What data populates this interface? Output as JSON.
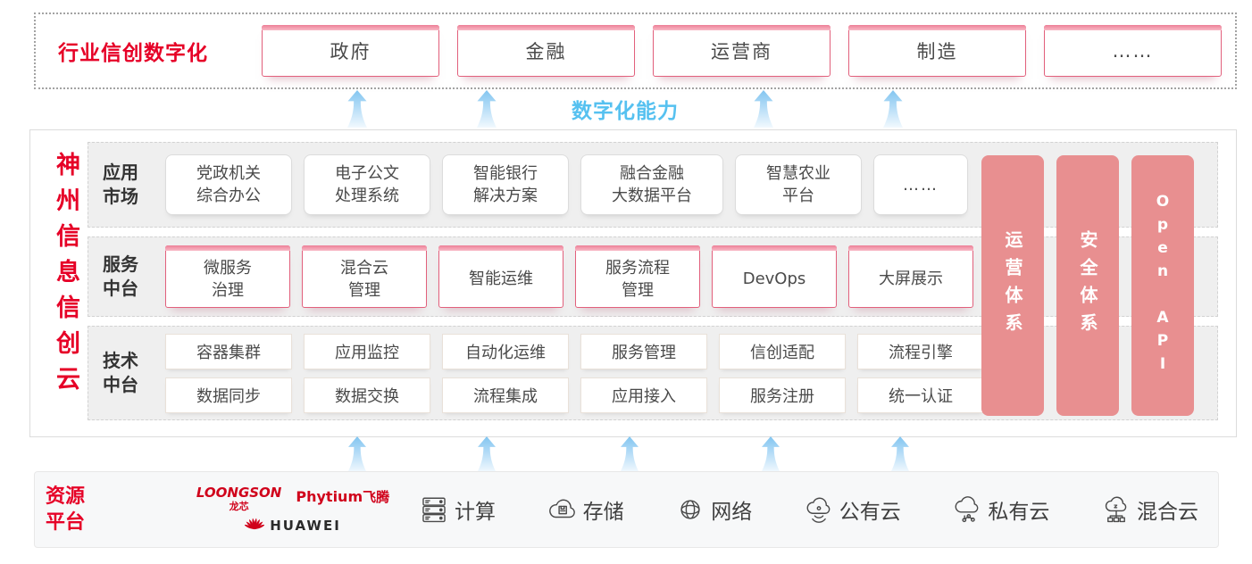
{
  "top_section": {
    "label": "行业信创数字化",
    "industries": [
      "政府",
      "金融",
      "运营商",
      "制造",
      "……"
    ]
  },
  "capability_label": "数字化能力",
  "platform": {
    "title": "神州信息信创云",
    "rows": [
      {
        "label": [
          "应用",
          "市场"
        ],
        "cards": [
          [
            "党政机关",
            "综合办公"
          ],
          [
            "电子公文",
            "处理系统"
          ],
          [
            "智能银行",
            "解决方案"
          ],
          [
            "融合金融",
            "大数据平台"
          ],
          [
            "智慧农业",
            "平台"
          ],
          [
            "……"
          ]
        ]
      },
      {
        "label": [
          "服务",
          "中台"
        ],
        "cards": [
          [
            "微服务",
            "治理"
          ],
          [
            "混合云",
            "管理"
          ],
          [
            "智能运维"
          ],
          [
            "服务流程",
            "管理"
          ],
          [
            "DevOps"
          ],
          [
            "大屏展示"
          ]
        ]
      },
      {
        "label": [
          "技术",
          "中台"
        ],
        "row_a": [
          "容器集群",
          "应用监控",
          "自动化运维",
          "服务管理",
          "信创适配",
          "流程引擎"
        ],
        "row_b": [
          "数据同步",
          "数据交换",
          "流程集成",
          "应用接入",
          "服务注册",
          "统一认证"
        ]
      }
    ],
    "pillars": [
      "运营体系",
      "安全体系",
      "Open API"
    ]
  },
  "resources": {
    "label": [
      "资源",
      "平台"
    ],
    "vendors": {
      "loongson": {
        "name": "LOONGSON",
        "sub": "龙芯"
      },
      "phytium": {
        "name": "Phytium",
        "sub": "飞腾"
      },
      "huawei": {
        "name": "HUAWEI"
      }
    },
    "items": [
      {
        "name": "计算",
        "icon": "server-icon"
      },
      {
        "name": "存储",
        "icon": "storage-icon"
      },
      {
        "name": "网络",
        "icon": "network-icon"
      },
      {
        "name": "公有云",
        "icon": "public-cloud-icon"
      },
      {
        "name": "私有云",
        "icon": "private-cloud-icon"
      },
      {
        "name": "混合云",
        "icon": "hybrid-cloud-icon"
      }
    ]
  },
  "colors": {
    "brand_red": "#e60027",
    "pink_bar": "#f3a4b5",
    "pink_border": "#e2607c",
    "pillar_fill": "#e88f90",
    "capability_blue": "#56c1f0"
  }
}
